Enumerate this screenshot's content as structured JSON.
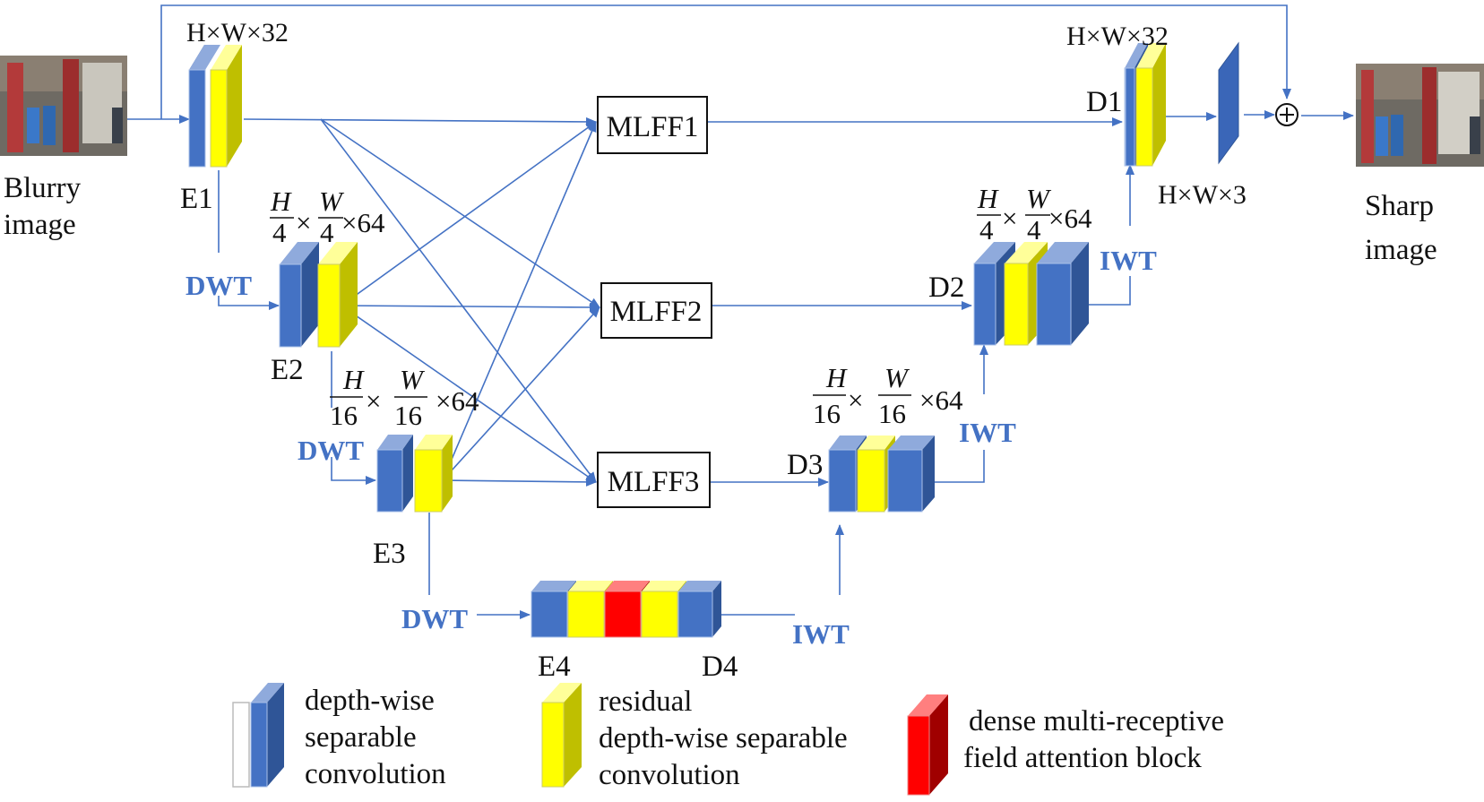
{
  "labels": {
    "input": [
      "Blurry",
      "image"
    ],
    "output": [
      "Sharp",
      "image"
    ],
    "e1": "E1",
    "e2": "E2",
    "e3": "E3",
    "e4": "E4",
    "d1": "D1",
    "d2": "D2",
    "d3": "D3",
    "d4": "D4",
    "e1_dim": "H×W×32",
    "d1_dim": "H×W×32",
    "out_dim": "H×W×3",
    "e2_dim": {
      "num_h": "H",
      "den_h": "4",
      "num_w": "W",
      "den_w": "4",
      "tail": "×64",
      "times": "×"
    },
    "d2_dim": {
      "num_h": "H",
      "den_h": "4",
      "num_w": "W",
      "den_w": "4",
      "tail": "×64",
      "times": "×"
    },
    "e3_dim": {
      "num_h": "H",
      "den_h": "16",
      "num_w": "W",
      "den_w": "16",
      "tail": "×64",
      "times": "×"
    },
    "d3_dim": {
      "num_h": "H",
      "den_h": "16",
      "num_w": "W",
      "den_w": "16",
      "tail": "×64",
      "times": "×"
    }
  },
  "ops": {
    "dwt1": "DWT",
    "dwt2": "DWT",
    "dwt3": "DWT",
    "iwt1": "IWT",
    "iwt2": "IWT",
    "iwt3": "IWT"
  },
  "modules": {
    "mlff1": "MLFF1",
    "mlff2": "MLFF2",
    "mlff3": "MLFF3"
  },
  "add_symbol": "+",
  "legend": {
    "blue": [
      "depth-wise",
      "separable",
      "convolution"
    ],
    "yellow": [
      "residual",
      "depth-wise  separable",
      "convolution"
    ],
    "red": [
      "dense multi-receptive",
      "field attention block"
    ]
  },
  "colors": {
    "blue": "#4472C4",
    "yellow": "#FFFF00",
    "red": "#FF0000",
    "line": "#4472C4"
  }
}
